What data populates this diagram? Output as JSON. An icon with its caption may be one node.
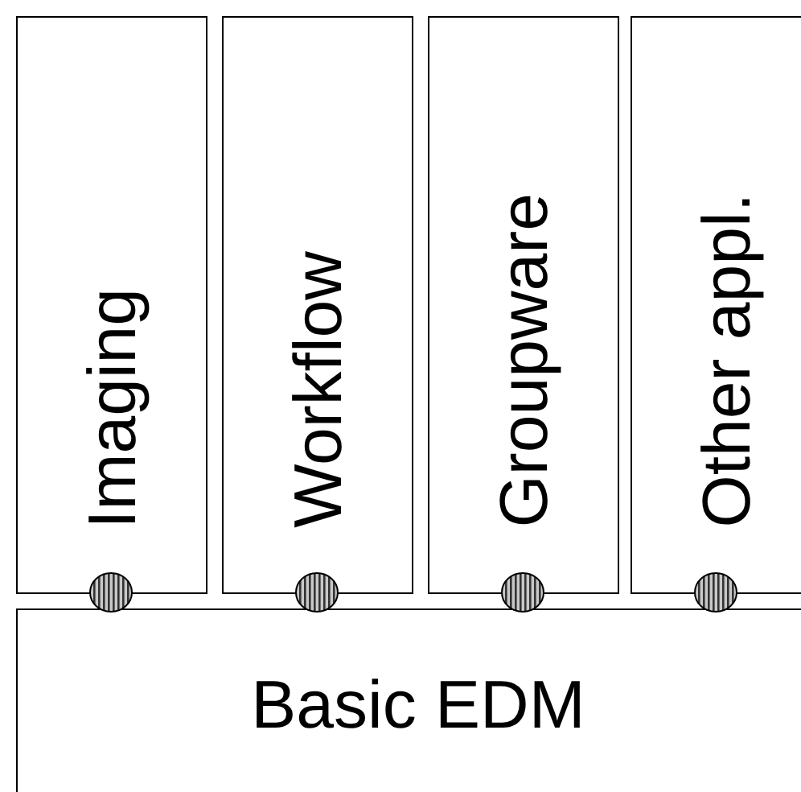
{
  "diagram": {
    "nodes": [
      {
        "text": [
          "Imaging"
        ]
      },
      {
        "text": [
          "Workflow"
        ]
      },
      {
        "text": [
          "Groupware"
        ]
      },
      {
        "text": [
          "Other appl."
        ]
      },
      {
        "text": [
          "Basic EDM"
        ]
      },
      {
        "text": [],
        "shape": "circle"
      },
      {
        "text": [],
        "shape": "circle"
      },
      {
        "text": [],
        "shape": "circle"
      },
      {
        "text": [],
        "shape": "circle"
      }
    ]
  }
}
